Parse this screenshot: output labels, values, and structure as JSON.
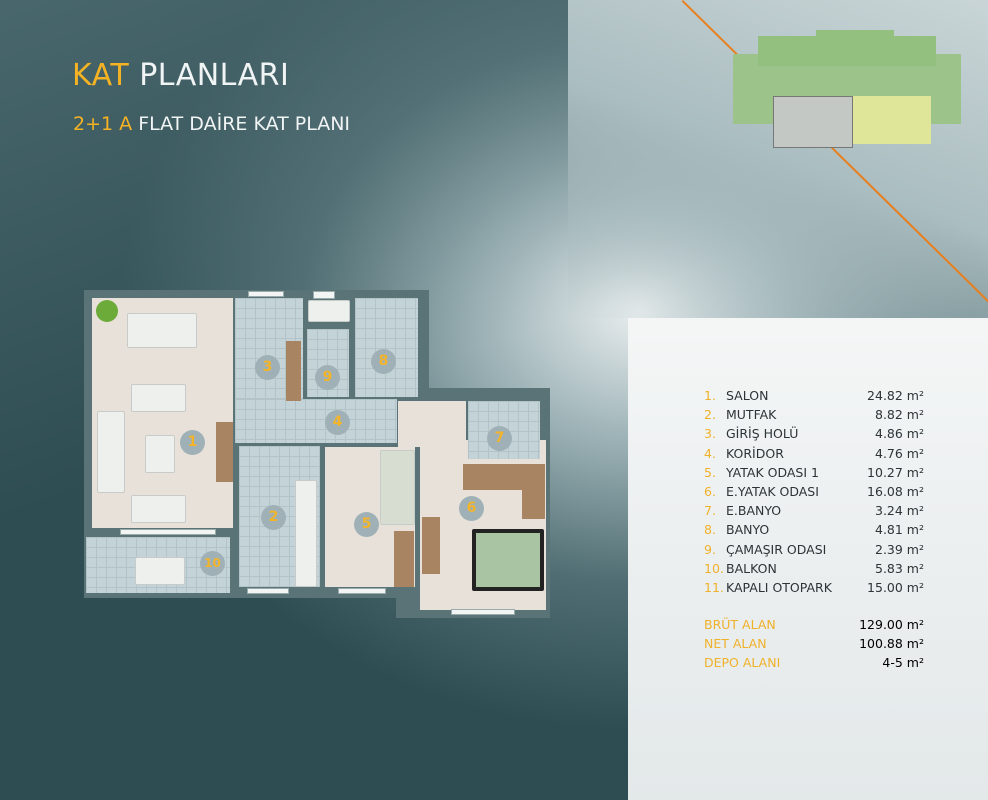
{
  "header": {
    "title_highlight": "KAT",
    "title_rest": "PLANLARI",
    "subtitle_highlight": "2+1 A",
    "subtitle_rest": "FLAT DAİRE KAT PLANI"
  },
  "colors": {
    "accent": "#f5b324",
    "background": "#2e4d53",
    "line": "#e87f1e"
  },
  "rooms": [
    {
      "num": "1.",
      "name": "SALON",
      "area": "24.82 m²",
      "marker": "1"
    },
    {
      "num": "2.",
      "name": "MUTFAK",
      "area": "8.82 m²",
      "marker": "2"
    },
    {
      "num": "3.",
      "name": "GİRİŞ HOLÜ",
      "area": "4.86 m²",
      "marker": "3"
    },
    {
      "num": "4.",
      "name": "KORİDOR",
      "area": "4.76 m²",
      "marker": "4"
    },
    {
      "num": "5.",
      "name": "YATAK ODASI 1",
      "area": "10.27 m²",
      "marker": "5"
    },
    {
      "num": "6.",
      "name": "E.YATAK ODASI",
      "area": "16.08 m²",
      "marker": "6"
    },
    {
      "num": "7.",
      "name": "E.BANYO",
      "area": "3.24 m²",
      "marker": "7"
    },
    {
      "num": "8.",
      "name": "BANYO",
      "area": "4.81 m²",
      "marker": "8"
    },
    {
      "num": "9.",
      "name": "ÇAMAŞIR ODASI",
      "area": "2.39 m²",
      "marker": "9"
    },
    {
      "num": "10.",
      "name": "BALKON",
      "area": "5.83 m²",
      "marker": "10"
    },
    {
      "num": "11.",
      "name": "KAPALI OTOPARK",
      "area": "15.00 m²"
    }
  ],
  "totals": [
    {
      "label": "BRÜT ALAN",
      "value": "129.00 m²"
    },
    {
      "label": "NET ALAN",
      "value": "100.88 m²"
    },
    {
      "label": "DEPO ALANI",
      "value": "4-5 m²"
    }
  ]
}
